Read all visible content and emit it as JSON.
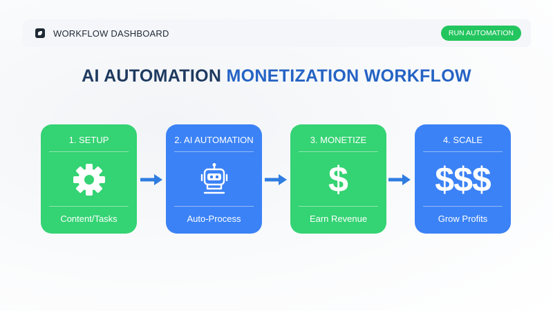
{
  "header": {
    "title": "WORKFLOW DASHBOARD",
    "action_label": "RUN AUTOMATION"
  },
  "headline": {
    "part1": "AI AUTOMATION",
    "part2": "MONETIZATION WORKFLOW"
  },
  "steps": [
    {
      "label": "1. SETUP",
      "caption": "Content/Tasks",
      "icon": "gear-icon",
      "color": "#34d373"
    },
    {
      "label": "2. AI AUTOMATION",
      "caption": "Auto-Process",
      "icon": "robot-icon",
      "color": "#3b82f6"
    },
    {
      "label": "3. MONETIZE",
      "caption": "Earn Revenue",
      "icon": "dollar-icon",
      "symbol": "$",
      "color": "#34d373"
    },
    {
      "label": "4. SCALE",
      "caption": "Grow Profits",
      "icon": "triple-dollar-icon",
      "symbol": "$$$",
      "color": "#3b82f6"
    }
  ],
  "colors": {
    "green": "#34d373",
    "blue": "#3b82f6",
    "arrow": "#2f7de1",
    "headline_dark": "#1e3a5f",
    "headline_blue": "#2563c4",
    "button": "#22c55e"
  }
}
